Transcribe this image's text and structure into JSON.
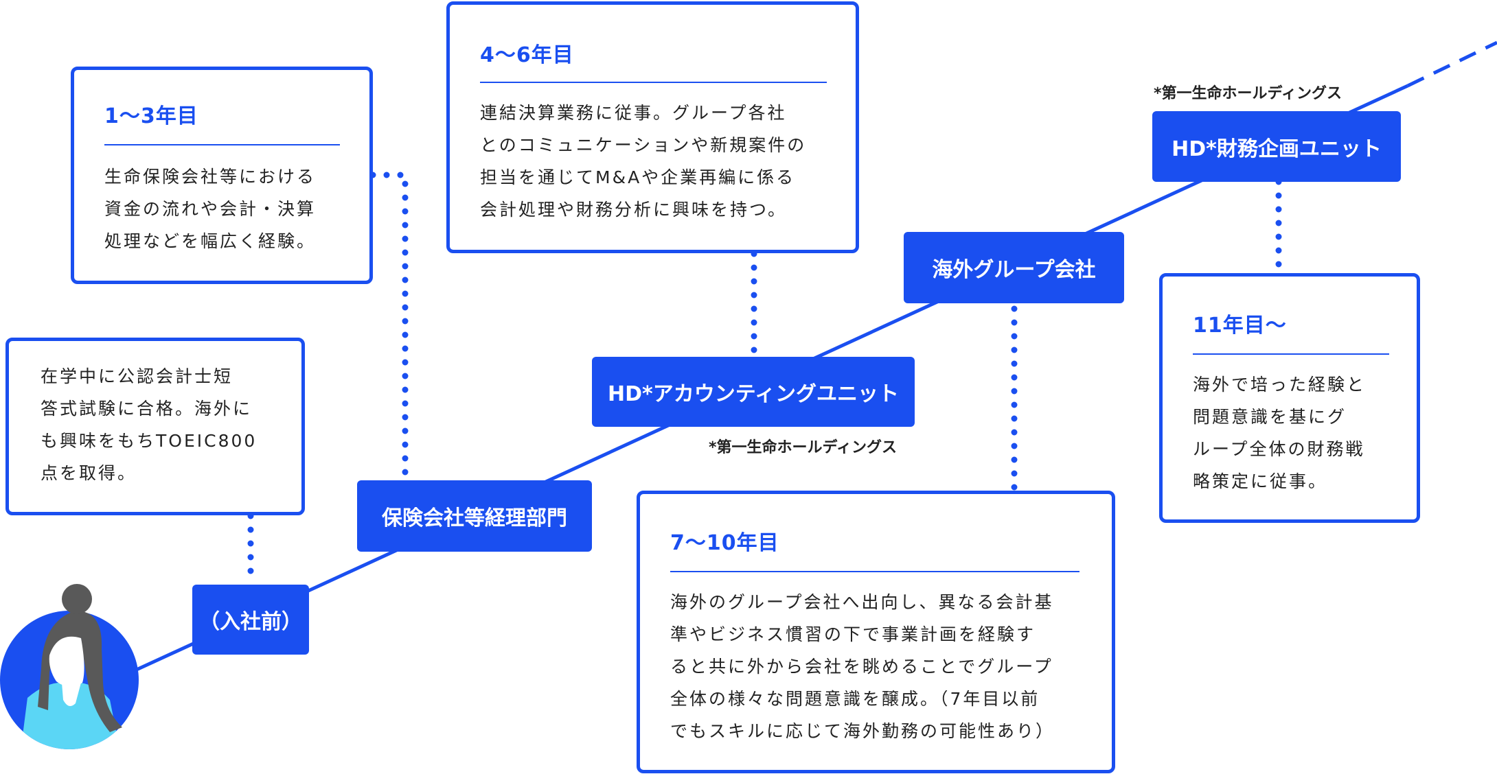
{
  "pre_entry": {
    "body": [
      "在学中に公認会計士短",
      "答式試験に合格。海外に",
      "も興味をもちTOEIC800",
      "点を取得。"
    ],
    "tag": "（入社前）"
  },
  "stage1": {
    "heading": "1〜3年目",
    "body": [
      "生命保険会社等における",
      "資金の流れや会計・決算",
      "処理などを幅広く経験。"
    ],
    "tag": "保険会社等経理部門"
  },
  "stage2": {
    "heading": "4〜6年目",
    "body": [
      "連結決算業務に従事。グループ各社",
      "とのコミュニケーションや新規案件の",
      "担当を通じてM&Aや企業再編に係る",
      "会計処理や財務分析に興味を持つ。"
    ],
    "tag": "HD*アカウンティングユニット",
    "note": "*第一生命ホールディングス"
  },
  "stage3": {
    "heading": "7〜10年目",
    "body": [
      "海外のグループ会社へ出向し、異なる会計基",
      "準やビジネス慣習の下で事業計画を経験す",
      "ると共に外から会社を眺めることでグループ",
      "全体の様々な問題意識を醸成。（7年目以前",
      "でもスキルに応じて海外勤務の可能性あり）"
    ],
    "tag": "海外グループ会社"
  },
  "stage4": {
    "heading": "11年目〜",
    "body": [
      "海外で培った経験と",
      "問題意識を基にグ",
      "ループ全体の財務戦",
      "略策定に従事。"
    ],
    "tag": "HD*財務企画ユニット",
    "note": "*第一生命ホールディングス"
  },
  "colors": {
    "accent": "#1a4ff0",
    "avatar_bg": "#1a4ff0",
    "avatar_shirt": "#5bd6f5",
    "avatar_hair": "#595959"
  },
  "icons": {
    "avatar": "person-avatar-icon"
  }
}
